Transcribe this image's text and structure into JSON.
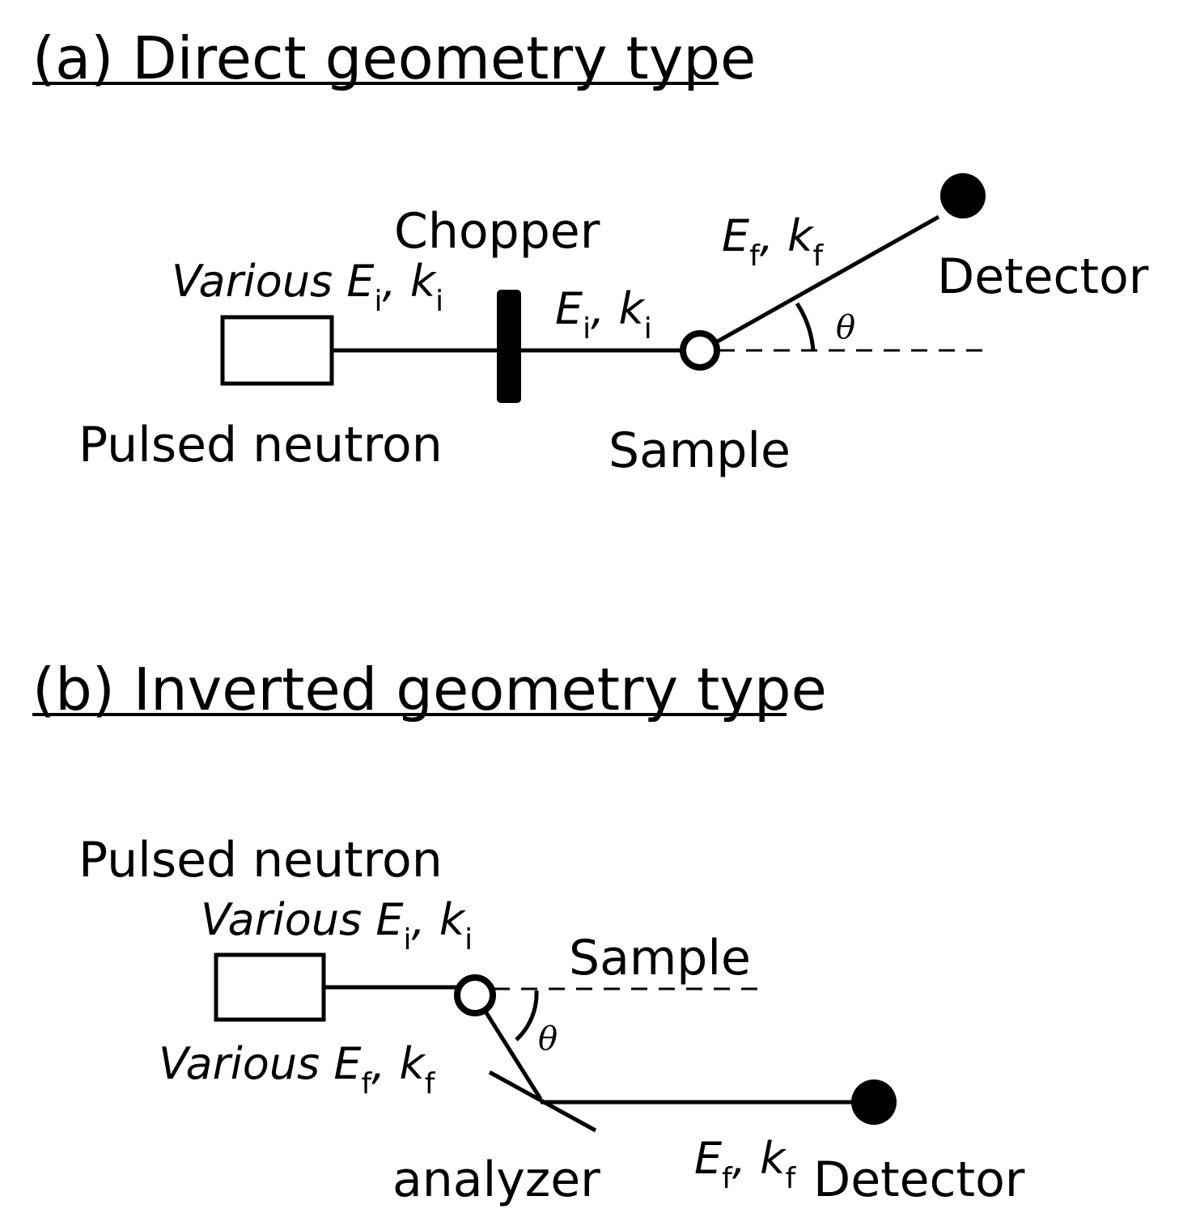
{
  "panel_a": {
    "title": "(a) Direct geometry type",
    "source_label": "Pulsed neutron",
    "chopper_label": "Chopper",
    "sample_label": "Sample",
    "detector_label": "Detector",
    "incident_label": {
      "prefix": "Various ",
      "E": "E",
      "E_sub": "i",
      "sep": ", ",
      "k": "k",
      "k_sub": "i"
    },
    "monochrome_label": {
      "E": "E",
      "E_sub": "i",
      "sep": ", ",
      "k": "k",
      "k_sub": "i"
    },
    "scattered_label": {
      "E": "E",
      "E_sub": "f",
      "sep": ", ",
      "k": "k",
      "k_sub": "f"
    },
    "angle_label": "θ"
  },
  "panel_b": {
    "title": "(b) Inverted geometry type",
    "source_label": "Pulsed neutron",
    "sample_label": "Sample",
    "analyzer_label": "analyzer",
    "detector_label": "Detector",
    "incident_label": {
      "prefix": "Various ",
      "E": "E",
      "E_sub": "i",
      "sep": ", ",
      "k": "k",
      "k_sub": "i"
    },
    "scattered_label": {
      "prefix": "Various ",
      "E": "E",
      "E_sub": "f",
      "sep": ", ",
      "k": "k",
      "k_sub": "f"
    },
    "analyzed_label": {
      "E": "E",
      "E_sub": "f",
      "sep": ", ",
      "k": "k",
      "k_sub": "f"
    },
    "angle_label": "θ"
  }
}
